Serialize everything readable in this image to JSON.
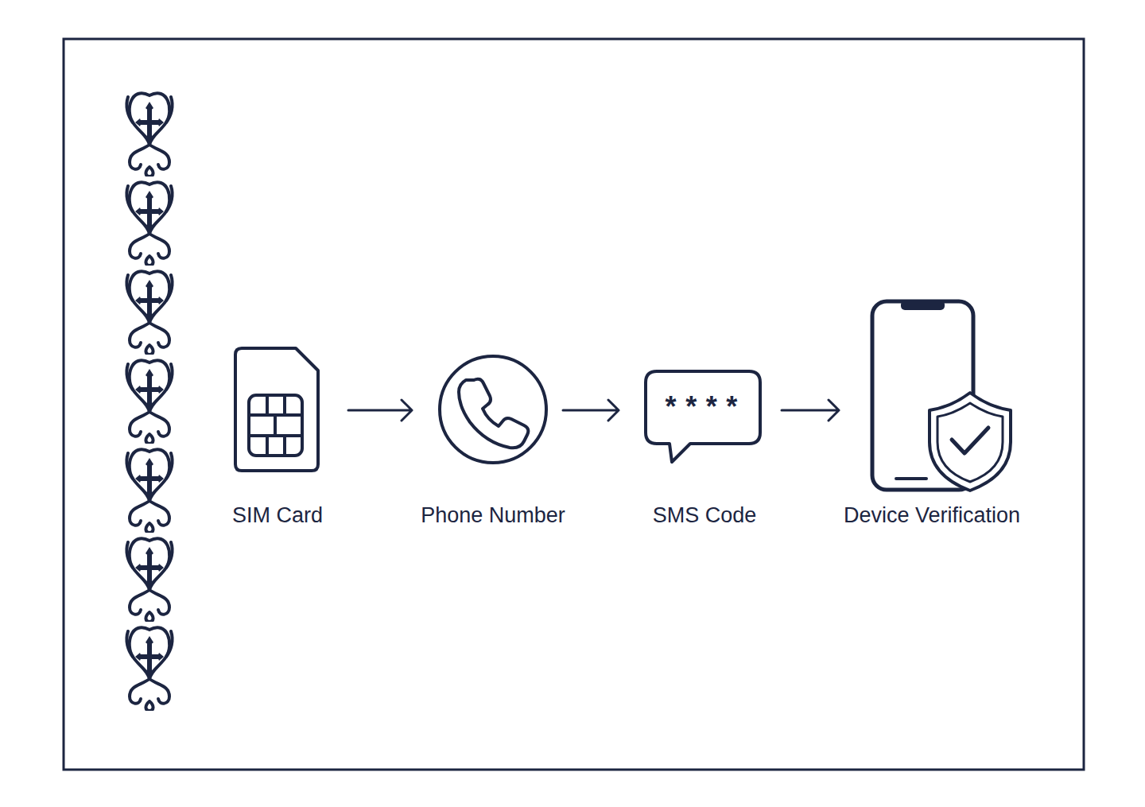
{
  "diagram": {
    "nodes": [
      {
        "text": [
          "SIM Card"
        ]
      },
      {
        "text": [
          "Phone Number"
        ]
      },
      {
        "text": [
          "****",
          "SMS Code"
        ]
      },
      {
        "text": [
          "Device Verification"
        ]
      }
    ],
    "edges": [
      {
        "from": 0,
        "to": 1,
        "arrow": "to"
      },
      {
        "from": 1,
        "to": 2,
        "arrow": "to"
      },
      {
        "from": 2,
        "to": 3,
        "arrow": "to"
      }
    ]
  }
}
